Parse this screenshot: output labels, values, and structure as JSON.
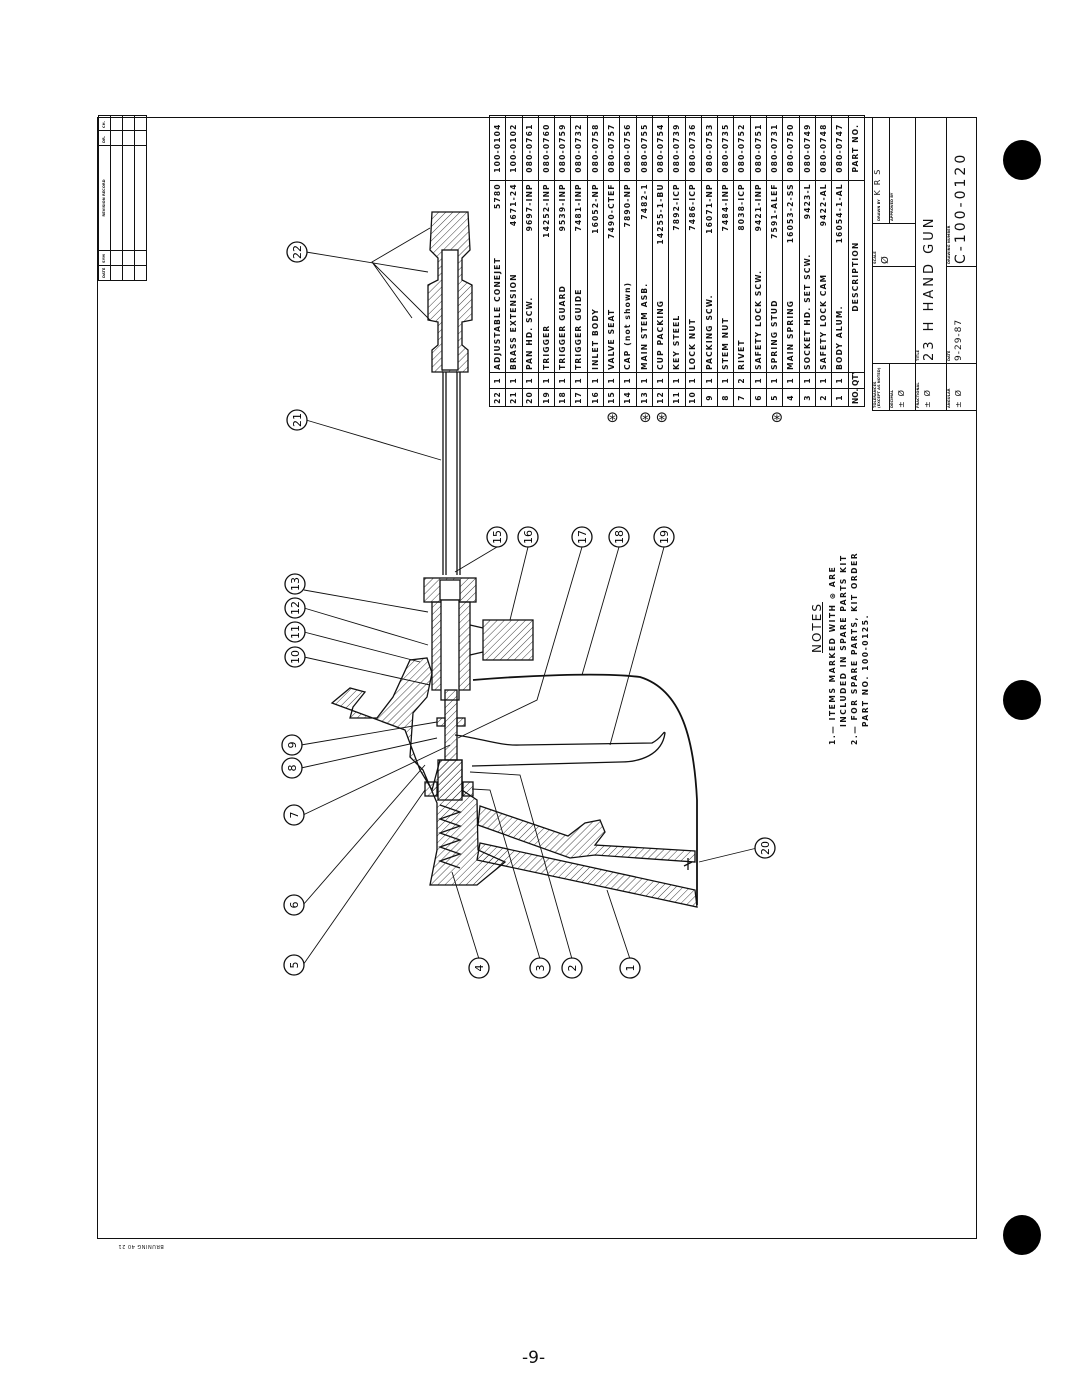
{
  "drawing": {
    "callouts": [
      "1",
      "2",
      "3",
      "4",
      "5",
      "6",
      "7",
      "8",
      "9",
      "10",
      "11",
      "12",
      "13",
      "15",
      "16",
      "17",
      "18",
      "19",
      "20",
      "21",
      "22"
    ]
  },
  "parts_table": {
    "headers": {
      "no": "NO.",
      "qty": "QTY.",
      "description": "DESCRIPTION",
      "part_no": "PART NO."
    },
    "rows": [
      {
        "no": "22",
        "qty": "1",
        "description": "ADJUSTABLE CONEJET",
        "code": "5780",
        "part_no": "100-0104",
        "spare": false
      },
      {
        "no": "21",
        "qty": "1",
        "description": "BRASS EXTENSION",
        "code": "4671-24",
        "part_no": "100-0102",
        "spare": false
      },
      {
        "no": "20",
        "qty": "1",
        "description": "PAN HD. SCW.",
        "code": "9697-INP",
        "part_no": "080-0761",
        "spare": false
      },
      {
        "no": "19",
        "qty": "1",
        "description": "TRIGGER",
        "code": "14252-INP",
        "part_no": "080-0760",
        "spare": false
      },
      {
        "no": "18",
        "qty": "1",
        "description": "TRIGGER GUARD",
        "code": "9539-INP",
        "part_no": "080-0759",
        "spare": false
      },
      {
        "no": "17",
        "qty": "1",
        "description": "TRIGGER GUIDE",
        "code": "7481-INP",
        "part_no": "080-0732",
        "spare": false
      },
      {
        "no": "16",
        "qty": "1",
        "description": "INLET BODY",
        "code": "16052-NP",
        "part_no": "080-0758",
        "spare": false
      },
      {
        "no": "15",
        "qty": "1",
        "description": "VALVE SEAT",
        "code": "7490-CTEF",
        "part_no": "080-0757",
        "spare": true
      },
      {
        "no": "14",
        "qty": "1",
        "description": "CAP (not shown)",
        "code": "7890-NP",
        "part_no": "080-0756",
        "spare": false
      },
      {
        "no": "13",
        "qty": "1",
        "description": "MAIN STEM ASB.",
        "code": "7482-1",
        "part_no": "080-0755",
        "spare": true
      },
      {
        "no": "12",
        "qty": "1",
        "description": "CUP PACKING",
        "code": "14255-1-BU",
        "part_no": "080-0754",
        "spare": true
      },
      {
        "no": "11",
        "qty": "1",
        "description": "KEY STEEL",
        "code": "7892-ICP",
        "part_no": "080-0739",
        "spare": false
      },
      {
        "no": "10",
        "qty": "1",
        "description": "LOCK NUT",
        "code": "7486-ICP",
        "part_no": "080-0736",
        "spare": false
      },
      {
        "no": "9",
        "qty": "1",
        "description": "PACKING SCW.",
        "code": "16071-NP",
        "part_no": "080-0753",
        "spare": false
      },
      {
        "no": "8",
        "qty": "1",
        "description": "STEM NUT",
        "code": "7484-INP",
        "part_no": "080-0735",
        "spare": false
      },
      {
        "no": "7",
        "qty": "2",
        "description": "RIVET",
        "code": "8038-ICP",
        "part_no": "080-0752",
        "spare": false
      },
      {
        "no": "6",
        "qty": "1",
        "description": "SAFETY LOCK SCW.",
        "code": "9421-INP",
        "part_no": "080-0751",
        "spare": false
      },
      {
        "no": "5",
        "qty": "1",
        "description": "SPRING STUD",
        "code": "7591-ALEF",
        "part_no": "080-0731",
        "spare": true
      },
      {
        "no": "4",
        "qty": "1",
        "description": "MAIN SPRING",
        "code": "16053-2-SS",
        "part_no": "080-0750",
        "spare": false
      },
      {
        "no": "3",
        "qty": "1",
        "description": "SOCKET HD. SET SCW.",
        "code": "9423-L",
        "part_no": "080-0749",
        "spare": false
      },
      {
        "no": "2",
        "qty": "1",
        "description": "SAFETY LOCK CAM",
        "code": "9422-AL",
        "part_no": "080-0748",
        "spare": false
      },
      {
        "no": "1",
        "qty": "1",
        "description": "BODY ALUM.",
        "code": "16054-1-AL",
        "part_no": "080-0747",
        "spare": false
      }
    ]
  },
  "notes": {
    "title": "NOTES",
    "line1a": "1.— ITEMS MARKED WITH",
    "line1b": "ARE",
    "line1c": "INCLUDED IN SPARE PARTS KIT",
    "line2a": "2.— FOR SPARE PARTS, KIT ORDER",
    "line2b": "PART NO. 100-0125."
  },
  "title_block": {
    "tolerances_label": "TOLERANCES",
    "tolerances_sub": "(EXCEPT AS NOTED)",
    "decimal_label": "DECIMAL",
    "decimal_value": "± Ø",
    "fractional_label": "FRACTIONAL",
    "fractional_value": "± Ø",
    "angular_label": "ANGULAR",
    "angular_value": "± Ø",
    "scale_label": "SCALE",
    "scale_value": "Ø",
    "drawn_by_label": "DRAWN BY",
    "drawn_by_value": "K R S",
    "approved_by_label": "APPROVED BY",
    "title_label": "TITLE",
    "title_value": "23 H HAND GUN",
    "date_label": "DATE",
    "date_value": "9-29-87",
    "drawing_number_label": "DRAWING NUMBER",
    "drawing_number_value": "C-100-0120"
  },
  "revision_block": {
    "date": "DATE",
    "sym": "SYM",
    "record": "REVISION RECORD",
    "dr": "DR.",
    "ch": "CH."
  },
  "page_number": "-9-",
  "footer": "BRUNING 40 21"
}
